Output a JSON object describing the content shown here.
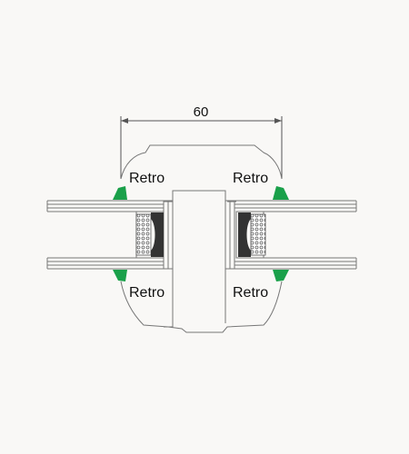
{
  "dimension": {
    "value": "60"
  },
  "labels": {
    "top_left": "Retro",
    "top_right": "Retro",
    "bottom_left": "Retro",
    "bottom_right": "Retro"
  },
  "colors": {
    "background": "#f9f8f6",
    "line": "#555555",
    "gasket": "#1aa04a",
    "seal": "#333333"
  }
}
